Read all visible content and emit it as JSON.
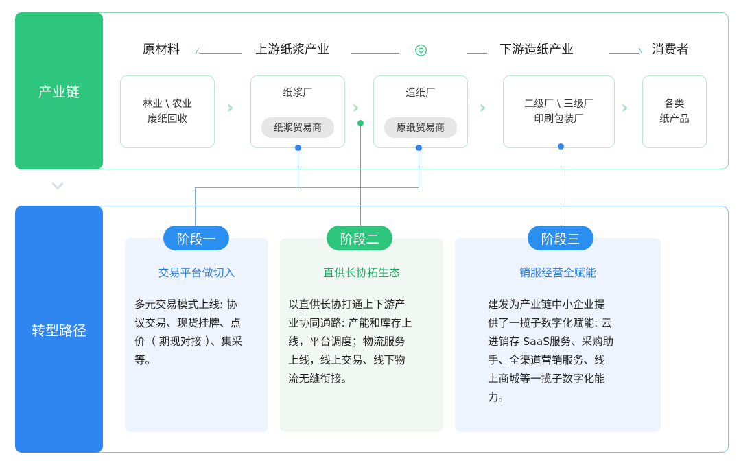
{
  "chain": {
    "tag": "产业链",
    "heads": {
      "raw": "原材料",
      "upstream": "上游纸浆产业",
      "center_symbol": "◎",
      "downstream": "下游造纸产业",
      "consumer": "消费者"
    },
    "nodes": [
      {
        "text": "林业 \\ 农业\n废纸回收"
      },
      {
        "text": "纸浆厂",
        "pill": "纸浆贸易商"
      },
      {
        "text": "造纸厂",
        "pill": "原纸贸易商"
      },
      {
        "text": "二级厂 \\ 三级厂\n印刷包装厂"
      },
      {
        "text": "各类\n纸产品"
      }
    ]
  },
  "path": {
    "tag": "转型路径",
    "stages": [
      {
        "badge": "阶段一",
        "title": "交易平台做切入",
        "body": "多元交易模式上线: 协\n议交易、现货挂牌、点\n价（ 期现对接 ）、集采\n等。"
      },
      {
        "badge": "阶段二",
        "title": "直供长协拓生态",
        "body": "以直供长协打通上下游产\n业协同通路: 产能和库存上\n线，平台调度；物流服务\n上线，线上交易、线下物\n流无缝衔接。"
      },
      {
        "badge": "阶段三",
        "title": "销服经营全赋能",
        "body": "建发为产业链中小企业提\n供了一揽子数字化赋能: 云\n进销存 SaaS服务、采购助\n手、全渠道营销服务、线\n上商城等一揽子数字化能\n力。"
      }
    ]
  },
  "colors": {
    "green": "#2ec57d",
    "blue": "#2f86f1",
    "badge_blue": "#2b8ff2",
    "title_blue": "#2e7fe3",
    "title_green": "#22a866",
    "card_blue_bg": "#eef4fd",
    "card_green_bg": "#f1f8f4"
  },
  "icons": [
    "chevron-right-icon",
    "chevron-down-icon",
    "target-circle-icon"
  ]
}
